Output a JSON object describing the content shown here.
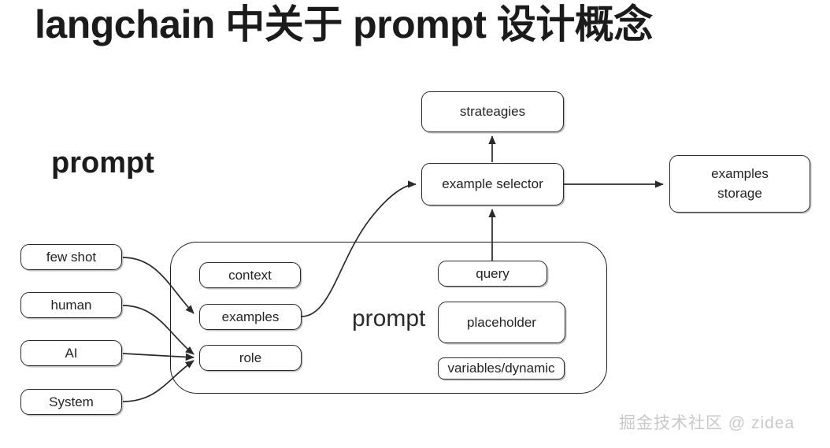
{
  "title": "langchain 中关于 prompt 设计概念",
  "section_heading": "prompt",
  "center_label": "prompt",
  "watermark": "掘金技术社区 @ zidea",
  "colors": {
    "background": "#ffffff",
    "stroke": "#2a2a2a",
    "text": "#242424",
    "title": "#1b1b1b",
    "watermark": "#c9c9c9"
  },
  "nodes": {
    "strateagies": {
      "label": "strateagies"
    },
    "example_selector": {
      "label": "example selector"
    },
    "examples_storage": {
      "label": "examples\nstorage",
      "line1": "examples",
      "line2": "storage"
    },
    "few_shot": {
      "label": "few shot"
    },
    "human": {
      "label": "human"
    },
    "ai": {
      "label": "AI"
    },
    "system": {
      "label": "System"
    },
    "context": {
      "label": "context"
    },
    "examples": {
      "label": "examples"
    },
    "role": {
      "label": "role"
    },
    "query": {
      "label": "query"
    },
    "placeholder": {
      "label": "placeholder"
    },
    "variables_dynamic": {
      "label": "variables/dynamic"
    }
  },
  "connections": [
    {
      "from": "example_selector",
      "to": "strateagies",
      "style": "straight-up-arrow"
    },
    {
      "from": "example_selector",
      "to": "examples_storage",
      "style": "straight-right-arrow"
    },
    {
      "from": "query",
      "to": "example_selector",
      "style": "straight-up-arrow"
    },
    {
      "from": "examples",
      "to": "example_selector",
      "style": "s-curve-arrow"
    },
    {
      "from": "few_shot",
      "to": "examples",
      "style": "curve-arrow"
    },
    {
      "from": "human",
      "to": "role",
      "style": "curve-arrow"
    },
    {
      "from": "ai",
      "to": "role",
      "style": "straight-arrow"
    },
    {
      "from": "system",
      "to": "role",
      "style": "curve-arrow"
    }
  ]
}
